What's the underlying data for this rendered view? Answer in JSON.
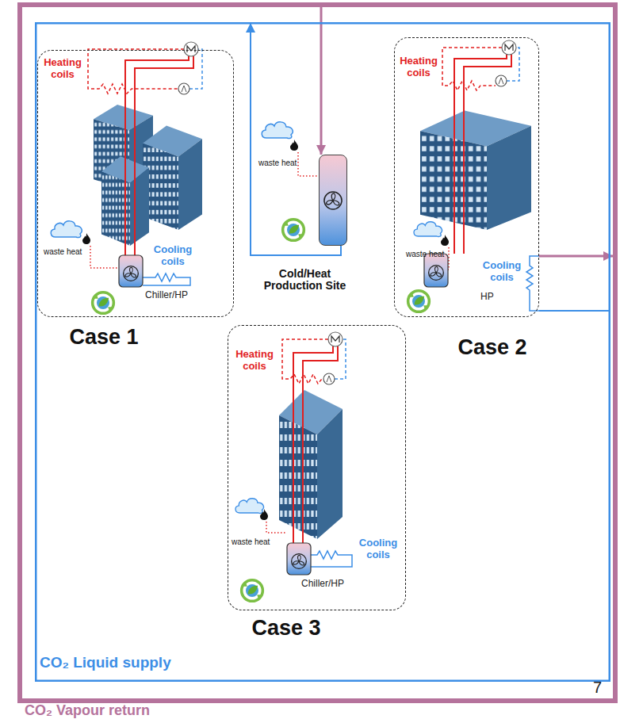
{
  "diagram": {
    "nodes": [
      {
        "text": [
          "CO₂ Vapour return"
        ]
      },
      {
        "text": [
          "CO₂ Liquid supply"
        ],
        "in": 0
      },
      {
        "text": [
          "Case 1"
        ],
        "in": 1
      },
      {
        "text": [
          "Cold/Heat Production Site"
        ],
        "in": 1
      },
      {
        "text": [
          "Case 2"
        ],
        "in": 1
      },
      {
        "text": [
          "Case 3"
        ],
        "in": 1
      }
    ],
    "edges": [
      {
        "from": 0,
        "to": 3,
        "arrow": "to"
      },
      {
        "from": 3,
        "to": 1,
        "arrow": "to"
      },
      {
        "from": 1,
        "to": 4,
        "arrow": "none"
      },
      {
        "from": 4,
        "to": 0,
        "arrow": "to"
      }
    ],
    "labels": [
      "Heating coils",
      "waste heat",
      "Cooling coils",
      "Chiller/HP",
      "waste heat",
      "Heating coils",
      "waste heat",
      "HP",
      "Cooling coils",
      "Heating coils",
      "waste heat",
      "Cooling coils",
      "Chiller/HP",
      "7"
    ]
  }
}
